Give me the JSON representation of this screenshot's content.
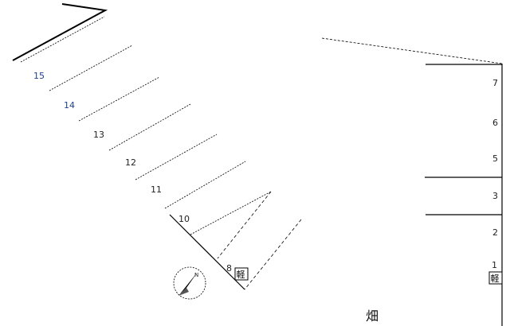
{
  "diagram": {
    "left_spaces": [
      {
        "number": "15"
      },
      {
        "number": "14"
      },
      {
        "number": "13"
      },
      {
        "number": "12"
      },
      {
        "number": "11"
      },
      {
        "number": "10"
      },
      {
        "number": "8"
      }
    ],
    "right_spaces": [
      {
        "number": "7"
      },
      {
        "number": "6"
      },
      {
        "number": "5"
      },
      {
        "number": "3"
      },
      {
        "number": "2"
      },
      {
        "number": "1"
      }
    ],
    "kei_mark": "軽",
    "field_label": "畑",
    "compass": {
      "north_label": "N",
      "icon": "north-arrow-icon"
    }
  }
}
